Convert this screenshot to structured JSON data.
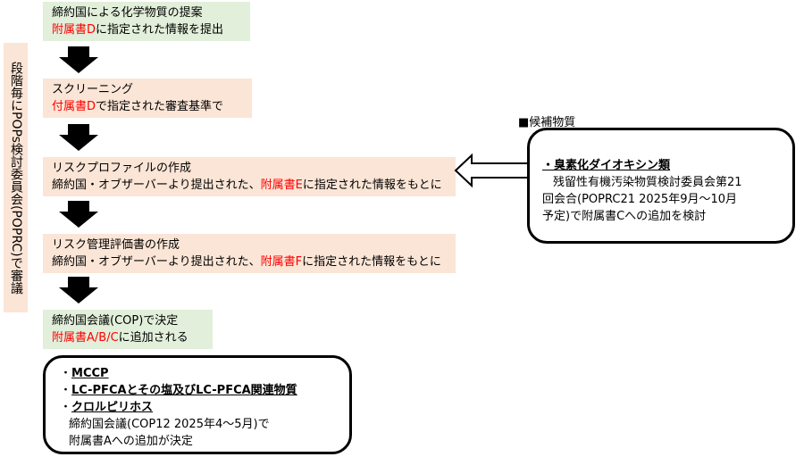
{
  "steps": [
    {
      "line1": "締約国による化学物質の提案",
      "line2_red": "附属書D",
      "line2_rest": "に指定された情報を提出"
    },
    {
      "line1": "スクリーニング",
      "line2_red": "付属書D",
      "line2_rest": "で指定された審査基準で"
    },
    {
      "line1": "リスクプロファイルの作成",
      "line2_pre": "締約国・オブザーバーより提出された、",
      "line2_red": "附属書E",
      "line2_rest": "に指定された情報をもとに"
    },
    {
      "line1": "リスク管理評価書の作成",
      "line2_pre": "締約国・オブザーバーより提出された、",
      "line2_red": "附属書F",
      "line2_rest": "に指定された情報をもとに"
    },
    {
      "line1": "締約国会議(COP)で決定",
      "line2_red": "附属書A/B/C",
      "line2_rest": "に追加される"
    }
  ],
  "side_label": "段階毎にPOPs検討委員会(POPRC)で審議",
  "candidate": {
    "heading": "■候補物質",
    "name": "・臭素化ダイオキシン類",
    "desc1": "残留性有機汚染物質検討委員会第21",
    "desc2": "回会合(POPRC21 2025年9月～10月",
    "desc3": "予定)で附属書Cへの追加を検討"
  },
  "decided": {
    "items": [
      "MCCP",
      "LC-PFCAとその塩及びLC-PFCA関連物質",
      "クロルピリホス"
    ],
    "desc1": "締約国会議(COP12 2025年4～5月)で",
    "desc2": "附属書Aへの追加が決定"
  }
}
